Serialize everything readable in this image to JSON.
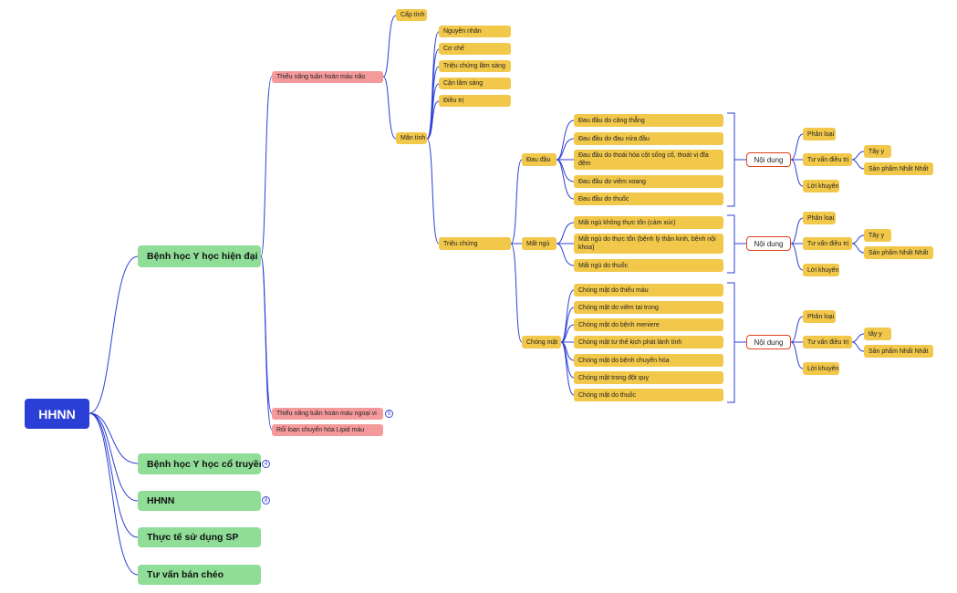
{
  "root": "HHNN",
  "l1": {
    "modern": "Bệnh học Y học hiện đại",
    "traditional": "Bệnh học Y học cổ truyền",
    "hhnn": "HHNN",
    "practice": "Thực tế sử dụng SP",
    "cross": "Tư vấn bán chéo"
  },
  "badges": {
    "traditional": "4",
    "hhnn": "8",
    "peripheral": "5"
  },
  "l2": {
    "brain": "Thiểu năng tuần hoàn máu não",
    "peripheral": "Thiểu năng tuần hoàn máu ngoại vi",
    "lipid": "Rối loạn chuyển hóa Lipid máu"
  },
  "brain": {
    "acute": "Cấp tính",
    "chronic": "Mãn tính"
  },
  "chronic_items": [
    "Nguyên nhân",
    "Cơ chế",
    "Triệu chứng lâm sàng",
    "Cận lâm sàng",
    "Điều trị"
  ],
  "symptoms_label": "Triệu chứng",
  "symptoms": {
    "headache": "Đau đầu",
    "insomnia": "Mất ngủ",
    "dizziness": "Chóng mặt"
  },
  "headache_items": [
    "Đau đầu do căng thẳng",
    "Đau đầu do đau nửa đầu",
    "Đau đầu do thoái hóa cột sống cổ, thoát vị đĩa đệm",
    "Đau đầu do viêm xoang",
    "Đau đầu do thuốc"
  ],
  "insomnia_items": [
    "Mất ngủ không thực tổn (cảm xúc)",
    "Mất ngủ do thực tổn (bệnh lý thần kinh, bệnh nội khoa)",
    "Mất ngủ do thuốc"
  ],
  "dizziness_items": [
    "Chóng mặt do thiếu máu",
    "Chóng mặt do viêm tai trong",
    "Chóng mặt do bệnh meniere",
    "Chóng mặt tư thế kịch phát lành tính",
    "Chóng mặt do bệnh chuyển hóa",
    "Chóng mặt trong đột quỵ",
    "Chóng mặt do thuốc"
  ],
  "content_groups": [
    {
      "label": "Nội dung",
      "classify": "Phân loại",
      "advise": "Tư vấn điều trị",
      "western": "Tây y",
      "product": "Sản phẩm Nhất Nhất",
      "advice": "Lời khuyên"
    },
    {
      "label": "Nội dung",
      "classify": "Phân loại",
      "advise": "Tư vấn điều trị",
      "western": "Tây y",
      "product": "Sản phẩm Nhất Nhất",
      "advice": "Lời khuyên"
    },
    {
      "label": "Nội dung",
      "classify": "Phân loại",
      "advise": "Tư vấn điều trị",
      "western": "tây y",
      "product": "Sản phẩm Nhất Nhất",
      "advice": "Lời khuyên"
    }
  ],
  "colors": {
    "line": "#2b3fd4",
    "root": "#2a3fd6",
    "level1": "#8fdd97",
    "level2": "#f59a9a",
    "leaf": "#f2c84b",
    "content_border": "#e0431f"
  }
}
